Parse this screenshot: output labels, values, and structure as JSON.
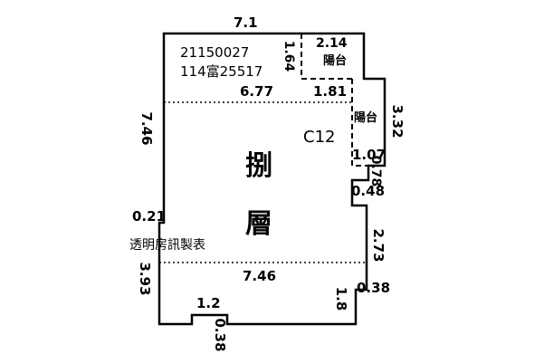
{
  "id_number": "21150027",
  "reference": "114富25517",
  "unit_label": "C12",
  "floor_label_top": "捌",
  "floor_label_bottom": "層",
  "watermark": "透明房訊製表",
  "balcony_top": "陽台",
  "balcony_right": "陽台",
  "dimensions": {
    "top_width": "7.1",
    "balcony_top_width": "2.14",
    "balcony_top_depth": "1.64",
    "upper_inner_width": "6.77",
    "balcony_right_width": "1.81",
    "right_upper": "3.32",
    "left_upper": "7.46",
    "balcony_right_lower": "1.07",
    "right_step_a": "0.78",
    "right_step_b": "0.48",
    "left_step": "0.21",
    "right_middle": "2.73",
    "left_lower": "3.93",
    "lower_inner_width": "7.46",
    "right_bottom_step": "0.38",
    "bottom_right_depth": "1.8",
    "bottom_notch_width": "1.2",
    "bottom_notch_depth": "0.38"
  }
}
